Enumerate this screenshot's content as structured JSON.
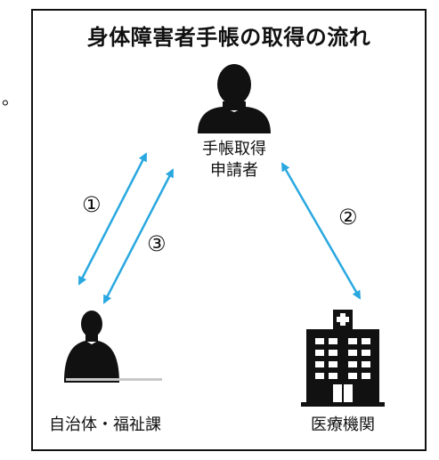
{
  "title": "身体障害者手帳の取得の流れ",
  "stray_mark": "。",
  "nodes": {
    "applicant": {
      "label_line1": "手帳取得",
      "label_line2": "申請者",
      "icon": "person-silhouette-icon"
    },
    "municipality": {
      "label": "自治体・福祉課",
      "icon": "person-at-desk-silhouette-icon"
    },
    "medical": {
      "label": "医療機関",
      "icon": "hospital-building-icon"
    }
  },
  "steps": [
    {
      "label": "①",
      "from": "applicant",
      "to": "municipality"
    },
    {
      "label": "②",
      "from": "applicant",
      "to": "medical"
    },
    {
      "label": "③",
      "from": "municipality",
      "to": "applicant"
    }
  ],
  "colors": {
    "arrow": "#29a8e0",
    "ink": "#111111",
    "frame": "#111111"
  }
}
